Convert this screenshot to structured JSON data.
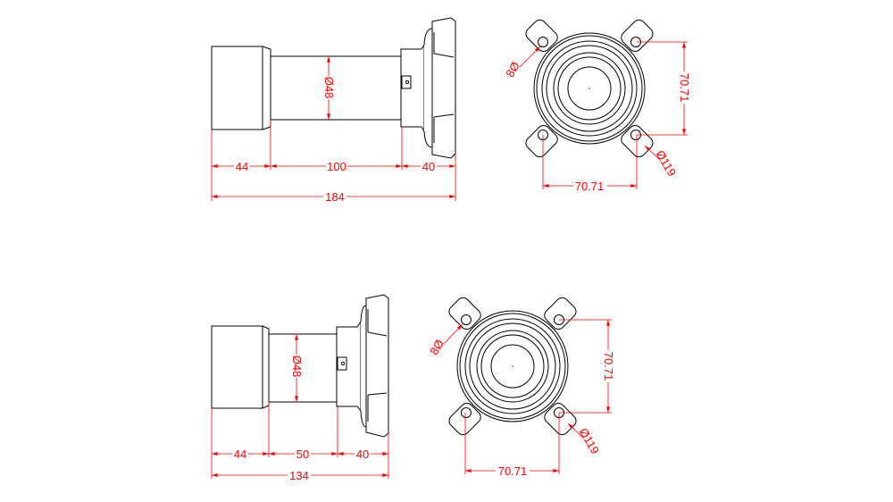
{
  "views": {
    "top_side": {
      "dia": "Ø48",
      "d1": "44",
      "d2": "100",
      "d3": "40",
      "total": "184"
    },
    "top_front": {
      "hole": "8Ø",
      "pcd": "Ø119",
      "vert": "70.71",
      "horiz": "70.71"
    },
    "bottom_side": {
      "dia": "Ø48",
      "d1": "44",
      "d2": "50",
      "d3": "40",
      "total": "134"
    },
    "bottom_front": {
      "hole": "8Ø",
      "pcd": "Ø119",
      "vert": "70.71",
      "horiz": "70.71"
    }
  },
  "colors": {
    "dimension": "#ff0000",
    "outline": "#000000"
  }
}
